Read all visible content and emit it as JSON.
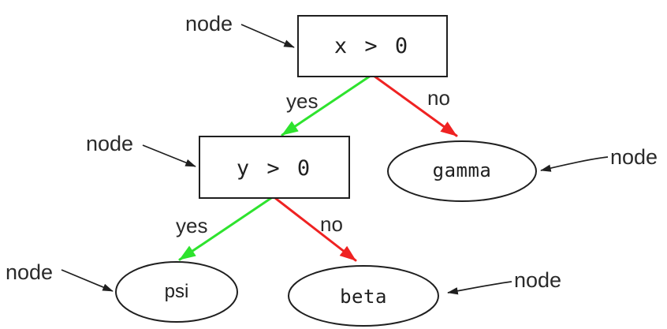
{
  "diagram": {
    "type": "decision-tree",
    "background": "#ffffff",
    "annotation": {
      "label": "node"
    },
    "nodes": {
      "root": {
        "label": "x > 0",
        "shape": "rectangle"
      },
      "decision_y": {
        "label": "y > 0",
        "shape": "rectangle"
      },
      "gamma": {
        "label": "gamma",
        "shape": "ellipse"
      },
      "psi": {
        "label": "psi",
        "shape": "ellipse"
      },
      "beta": {
        "label": "beta",
        "shape": "ellipse"
      }
    },
    "edges": {
      "root_yes": {
        "label": "yes",
        "from": "x > 0",
        "to": "y > 0",
        "color": "#2ee32e"
      },
      "root_no": {
        "label": "no",
        "from": "x > 0",
        "to": "gamma",
        "color": "#ef2222"
      },
      "decision_yes": {
        "label": "yes",
        "from": "y > 0",
        "to": "psi",
        "color": "#2ee32e"
      },
      "decision_no": {
        "label": "no",
        "from": "y > 0",
        "to": "beta",
        "color": "#ef2222"
      }
    },
    "colors": {
      "yes_edge": "#2ee32e",
      "no_edge": "#ef2222",
      "outline": "#1f1f1f",
      "annotation_text": "#2a2a2a"
    }
  }
}
